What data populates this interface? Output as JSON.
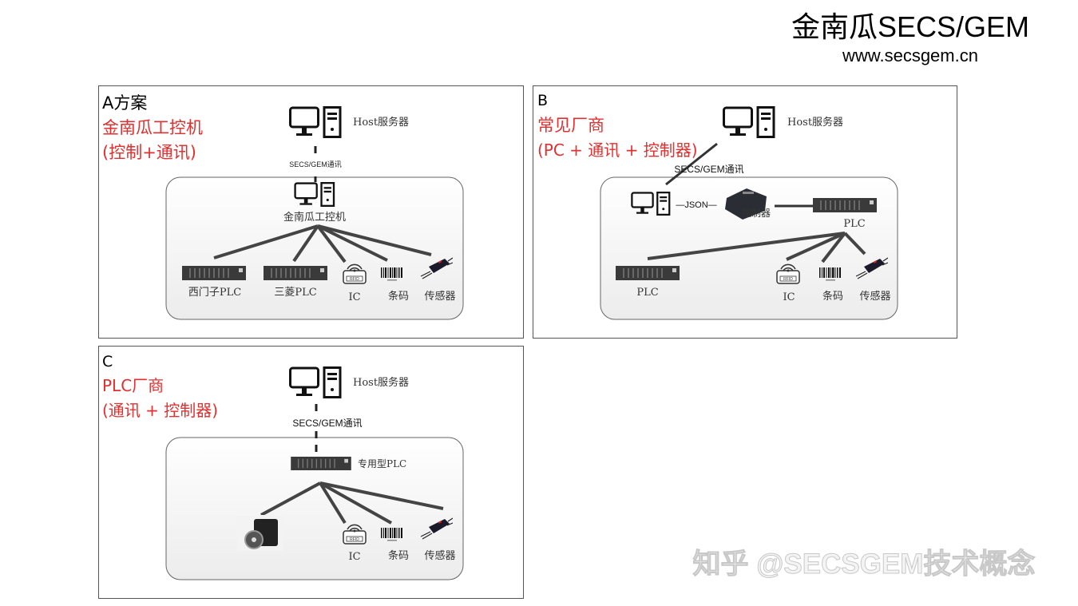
{
  "header": {
    "title": "金南瓜SECS/GEM",
    "url": "www.secsgem.cn"
  },
  "watermark": "知乎 @SECSGEM技术概念",
  "panels": {
    "a": {
      "letter": "A方案",
      "subtitle_1": "金南瓜工控机",
      "subtitle_2": "(控制+通讯)",
      "host": "Host服务器",
      "link": "SECS/GEM通讯",
      "controller": "金南瓜工控机",
      "devices": [
        "西门子PLC",
        "三菱PLC",
        "IC",
        "条码",
        "传感器"
      ]
    },
    "b": {
      "letter": "B",
      "subtitle_1": "常见厂商",
      "subtitle_2": "(PC + 通讯 + 控制器)",
      "host": "Host服务器",
      "link": "SECS/GEM通讯",
      "json": "—JSON—",
      "controller": "控制器",
      "plc_top": "PLC",
      "devices": [
        "PLC",
        "IC",
        "条码",
        "传感器"
      ]
    },
    "c": {
      "letter": "C",
      "subtitle_1": "PLC厂商",
      "subtitle_2": "(通讯 + 控制器)",
      "host": "Host服务器",
      "link": "SECS/GEM通讯",
      "plc": "专用型PLC",
      "devices": [
        "IC",
        "条码",
        "传感器"
      ]
    }
  },
  "icons": {
    "rfid": "RFID"
  },
  "colors": {
    "accent_red": "#e03030",
    "line": "#444444"
  }
}
